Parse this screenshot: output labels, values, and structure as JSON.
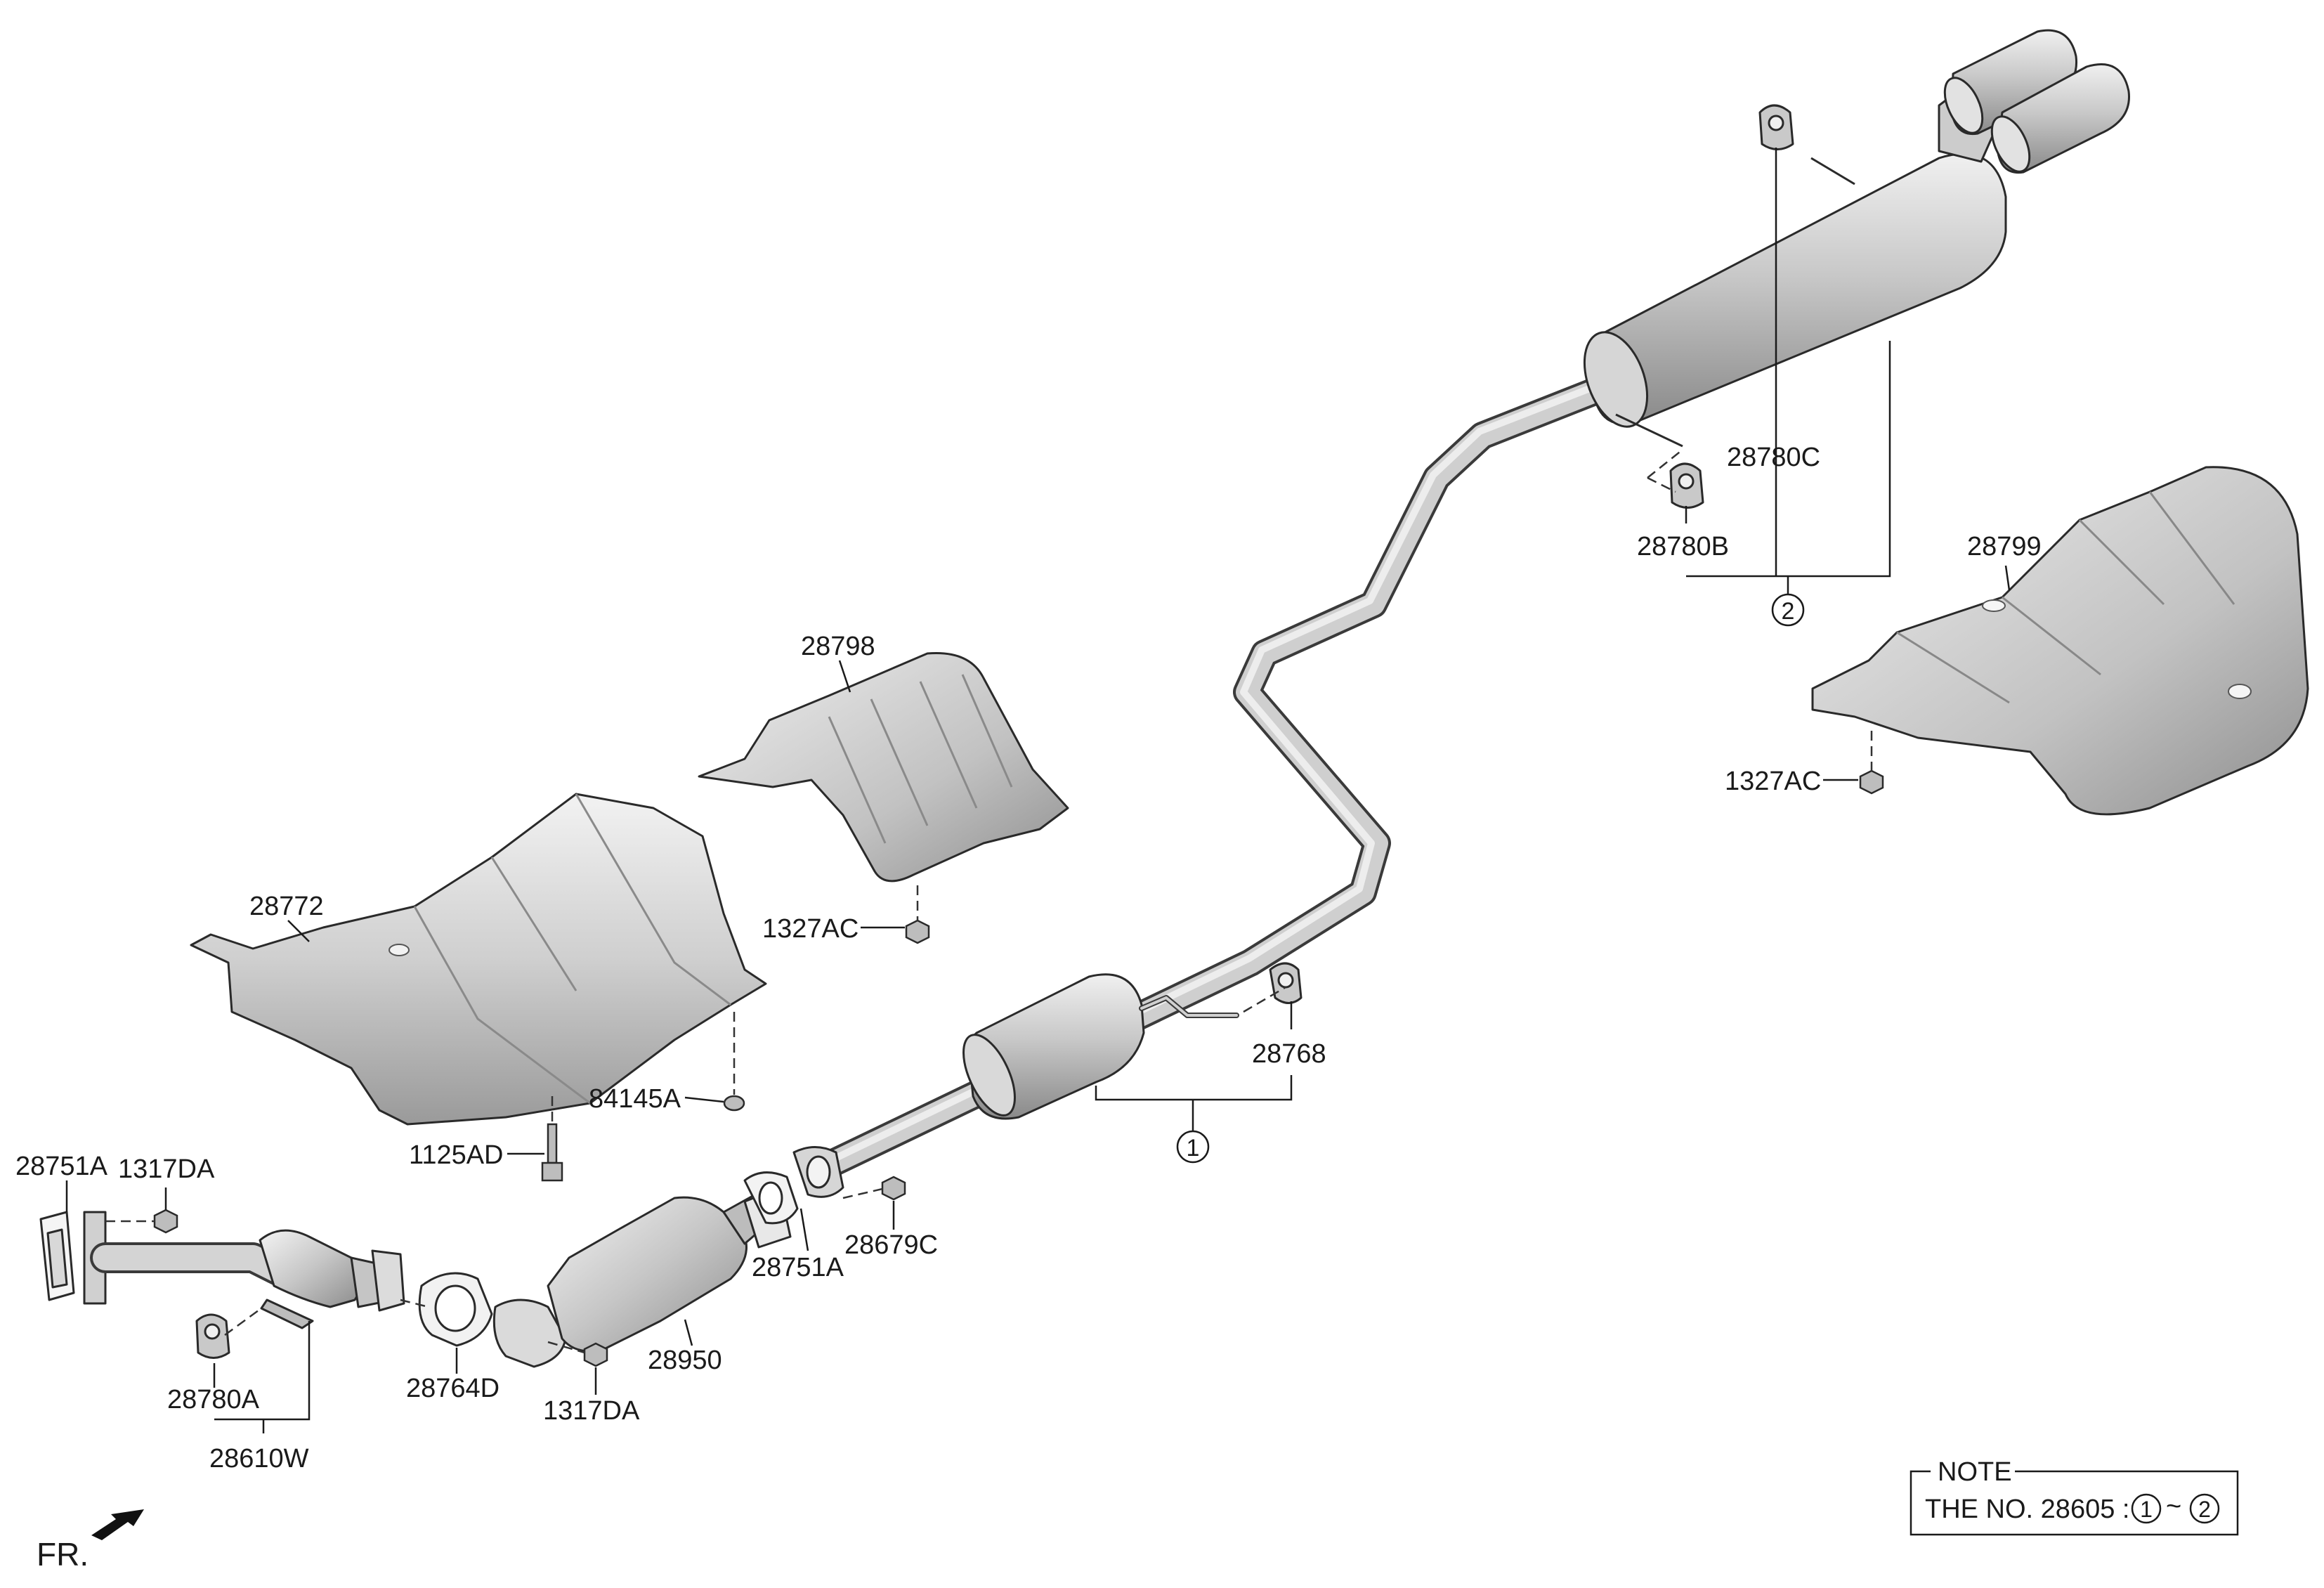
{
  "labels": {
    "l28798": "28798",
    "l28772": "28772",
    "l1327AC_a": "1327AC",
    "l84145A": "84145A",
    "l1125AD": "1125AD",
    "l28751A_a": "28751A",
    "l1317DA_a": "1317DA",
    "l28780A": "28780A",
    "l28610W": "28610W",
    "l28764D": "28764D",
    "l1317DA_b": "1317DA",
    "l28950": "28950",
    "l28751A_b": "28751A",
    "l28679C": "28679C",
    "l28768": "28768",
    "l28780C": "28780C",
    "l28780B": "28780B",
    "l28799": "28799",
    "l1327AC_b": "1327AC"
  },
  "callouts": {
    "one": "1",
    "two": "2"
  },
  "note": {
    "title": "NOTE",
    "text": "THE NO. 28605 :",
    "from": "1",
    "sep": "~",
    "to": "2"
  },
  "front": {
    "label": "FR.",
    "icon": "front-direction-arrow-icon"
  },
  "colors": {
    "metal_light": "#e6e6e6",
    "metal_mid": "#c4c4c4",
    "metal_dark": "#8f8f8f",
    "line": "#1a1a1a"
  }
}
